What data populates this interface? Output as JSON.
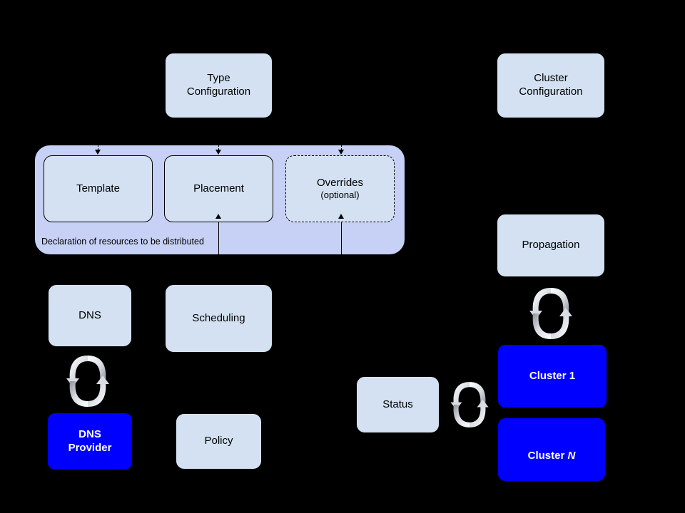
{
  "diagram": {
    "background_color": "#000000",
    "node_fill": "#d4e1f2",
    "group_fill": "#c6d1f5",
    "highlight_fill": "#0000ff",
    "highlight_text": "#ffffff",
    "stroke": "#000000"
  },
  "nodes": {
    "type_configuration": {
      "label": "Type\nConfiguration"
    },
    "cluster_configuration": {
      "label": "Cluster\nConfiguration"
    },
    "template": {
      "label": "Template"
    },
    "placement": {
      "label": "Placement"
    },
    "overrides": {
      "label": "Overrides",
      "sublabel": "(optional)"
    },
    "dns": {
      "label": "DNS"
    },
    "scheduling": {
      "label": "Scheduling"
    },
    "dns_provider": {
      "label": "DNS\nProvider"
    },
    "policy": {
      "label": "Policy"
    },
    "propagation": {
      "label": "Propagation"
    },
    "status": {
      "label": "Status"
    },
    "cluster_1": {
      "label": "Cluster 1"
    },
    "cluster_n_prefix": "Cluster ",
    "cluster_n_italic": "N"
  },
  "group": {
    "caption": "Declaration of resources to be distributed"
  },
  "icons": {
    "sync": "sync-cycle-icon"
  }
}
